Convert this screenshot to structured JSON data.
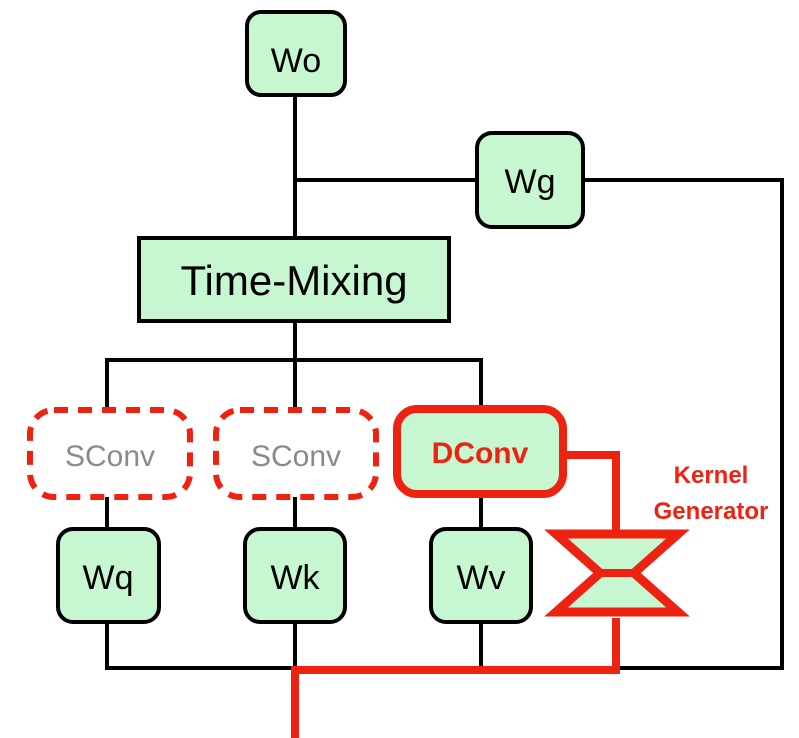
{
  "diagram": {
    "colors": {
      "box_fill": "#c6f7d0",
      "line": "#000000",
      "highlight": "#ee2211",
      "muted_text": "#8a8a8a"
    },
    "nodes": {
      "wo": {
        "label": "Wo"
      },
      "wg": {
        "label": "Wg"
      },
      "time_mixing": {
        "label": "Time-Mixing"
      },
      "sconv_q": {
        "label": "SConv",
        "style": "dashed-red-outline"
      },
      "sconv_k": {
        "label": "SConv",
        "style": "dashed-red-outline"
      },
      "dconv": {
        "label": "DConv",
        "style": "highlighted"
      },
      "wq": {
        "label": "Wq"
      },
      "wk": {
        "label": "Wk"
      },
      "wv": {
        "label": "Wv"
      },
      "kernel_generator": {
        "label_line1": "Kernel",
        "label_line2": "Generator",
        "icon": "hourglass-icon"
      }
    },
    "edges": [
      {
        "from": "input",
        "to": "wq"
      },
      {
        "from": "input",
        "to": "wk"
      },
      {
        "from": "input",
        "to": "wv"
      },
      {
        "from": "input",
        "to": "wg"
      },
      {
        "from": "input",
        "to": "kernel_generator",
        "style": "highlighted"
      },
      {
        "from": "kernel_generator",
        "to": "dconv",
        "style": "highlighted"
      },
      {
        "from": "wq",
        "to": "sconv_q"
      },
      {
        "from": "wk",
        "to": "sconv_k"
      },
      {
        "from": "wv",
        "to": "dconv"
      },
      {
        "from": "sconv_q",
        "to": "time_mixing"
      },
      {
        "from": "sconv_k",
        "to": "time_mixing"
      },
      {
        "from": "dconv",
        "to": "time_mixing"
      },
      {
        "from": "time_mixing",
        "to": "wo"
      },
      {
        "from": "wg",
        "to": "wo"
      }
    ]
  }
}
